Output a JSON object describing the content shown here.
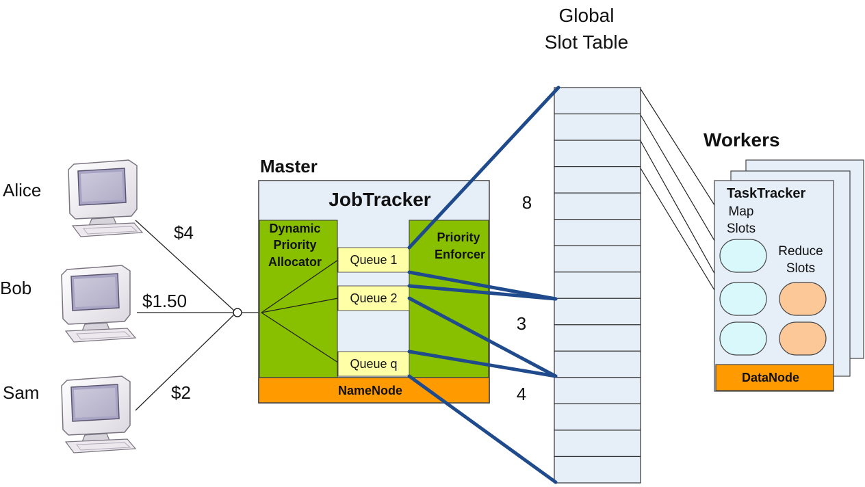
{
  "header": {
    "slot_table_title_line1": "Global",
    "slot_table_title_line2": "Slot Table"
  },
  "users": [
    {
      "name": "Alice",
      "bid": "$4"
    },
    {
      "name": "Bob",
      "bid": "$1.50"
    },
    {
      "name": "Sam",
      "bid": "$2"
    }
  ],
  "master": {
    "title": "Master",
    "jobtracker": "JobTracker",
    "allocator": [
      "Dynamic",
      "Priority",
      "Allocator"
    ],
    "enforcer": [
      "Priority",
      "Enforcer"
    ],
    "queues": [
      "Queue 1",
      "Queue 2",
      "Queue q"
    ],
    "namenode": "NameNode"
  },
  "slot_counts": [
    "8",
    "3",
    "4"
  ],
  "workers": {
    "title": "Workers",
    "tasktracker": "TaskTracker",
    "map_slots": [
      "Map",
      "Slots"
    ],
    "reduce_slots": [
      "Reduce",
      "Slots"
    ],
    "datanode": "DataNode"
  },
  "colors": {
    "green": "#88c000",
    "orange": "#ff9a00",
    "queue_yellow": "#ffffa8",
    "light_blue_fill": "#e6eef8",
    "map_slot": "#d8f8fc",
    "reduce_slot": "#fcc898",
    "line_blue": "#1f4a8c"
  }
}
